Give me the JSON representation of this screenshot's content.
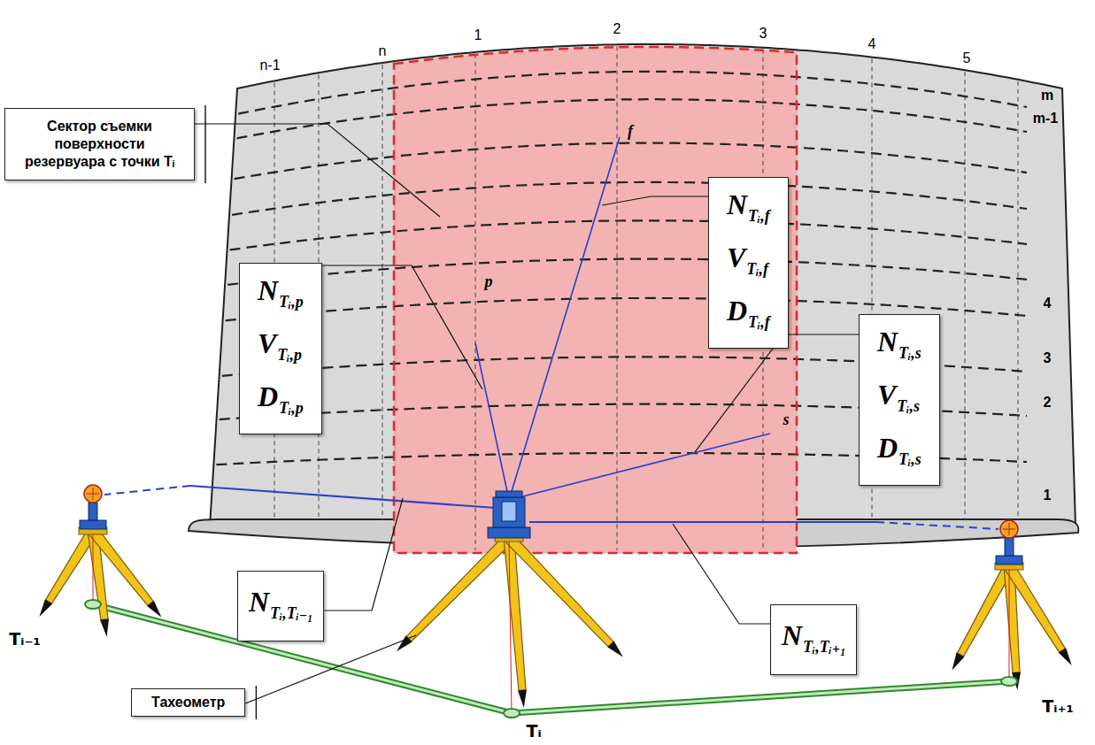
{
  "diagram": {
    "nodes": [
      {
        "text": [
          "Сектор съемки поверхности резервуара с точки Tᵢ"
        ]
      },
      {
        "text": [
          "N",
          "Tᵢ,p",
          "V",
          "Tᵢ,p",
          "D",
          "Tᵢ,p"
        ]
      },
      {
        "text": [
          "N",
          "Tᵢ,f",
          "V",
          "Tᵢ,f",
          "D",
          "Tᵢ,f"
        ]
      },
      {
        "text": [
          "N",
          "Tᵢ,s",
          "V",
          "Tᵢ,s",
          "D",
          "Tᵢ,s"
        ]
      },
      {
        "text": [
          "N",
          "Tᵢ,Tᵢ₋₁"
        ]
      },
      {
        "text": [
          "N",
          "Tᵢ,Tᵢ₊₁"
        ]
      },
      {
        "text": [
          "Тахеометр"
        ]
      }
    ],
    "labels": [
      "n-1",
      "n",
      "1",
      "2",
      "3",
      "4",
      "5",
      "m",
      "m-1",
      "4",
      "3",
      "2",
      "1",
      "p",
      "f",
      "s",
      "Tᵢ₋₁",
      "Tᵢ",
      "Tᵢ₊₁"
    ]
  }
}
